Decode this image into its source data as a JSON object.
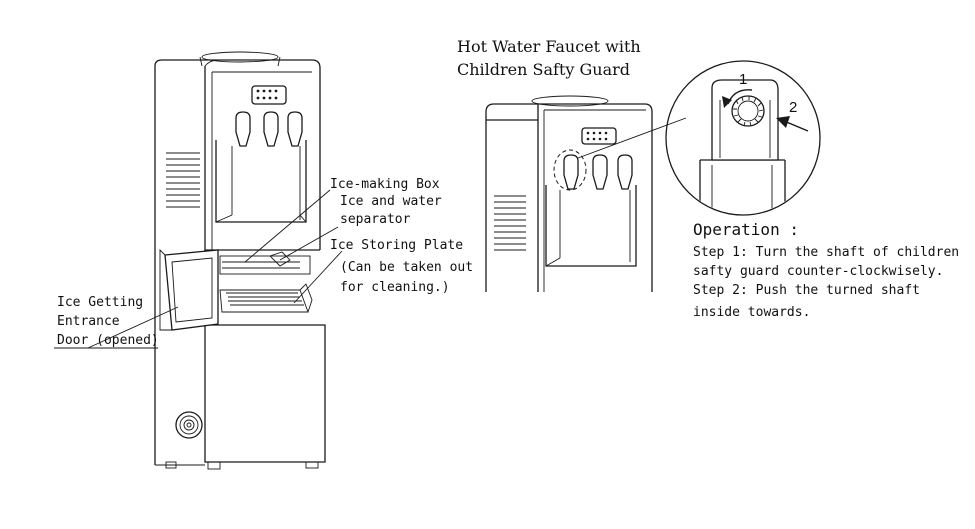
{
  "left_diagram": {
    "labels": {
      "ice_making_box": "Ice-making Box",
      "separator_line1": "Ice and water",
      "separator_line2": "separator",
      "plate_line1": "Ice Storing Plate",
      "plate_line2": "(Can be taken out",
      "plate_line3": "for cleaning.)",
      "door_line1": "Ice Getting",
      "door_line2": "Entrance",
      "door_line3": "Door (opened)"
    }
  },
  "right_diagram": {
    "title_line1": "Hot Water Faucet with",
    "title_line2": "Children Safty Guard",
    "callout_1": "1",
    "callout_2": "2",
    "operation_heading": "Operation :",
    "step1_line1": "Step 1: Turn the shaft of children",
    "step1_line2": "safty guard counter-clockwisely.",
    "step2_line1": "Step 2: Push the turned shaft",
    "step2_line2": "inside towards."
  }
}
